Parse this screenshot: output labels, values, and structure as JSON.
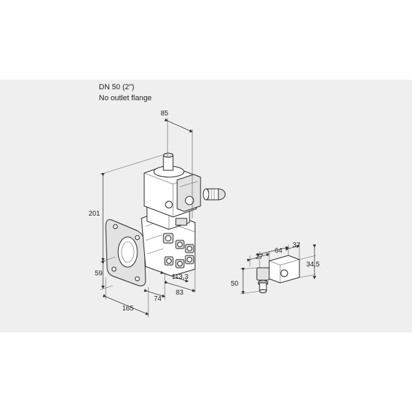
{
  "header": {
    "line1": "DN 50 (2\")",
    "line2": "No outlet flange"
  },
  "dimensions": {
    "width_top": "85",
    "height_total": "201",
    "height_low": "59",
    "depth_flange": "165",
    "d74": "74",
    "d83": "83",
    "d113": "113,3",
    "conn_27": "27",
    "conn_64": "64",
    "conn_37": "37",
    "conn_345": "34,5",
    "conn_50": "50"
  }
}
